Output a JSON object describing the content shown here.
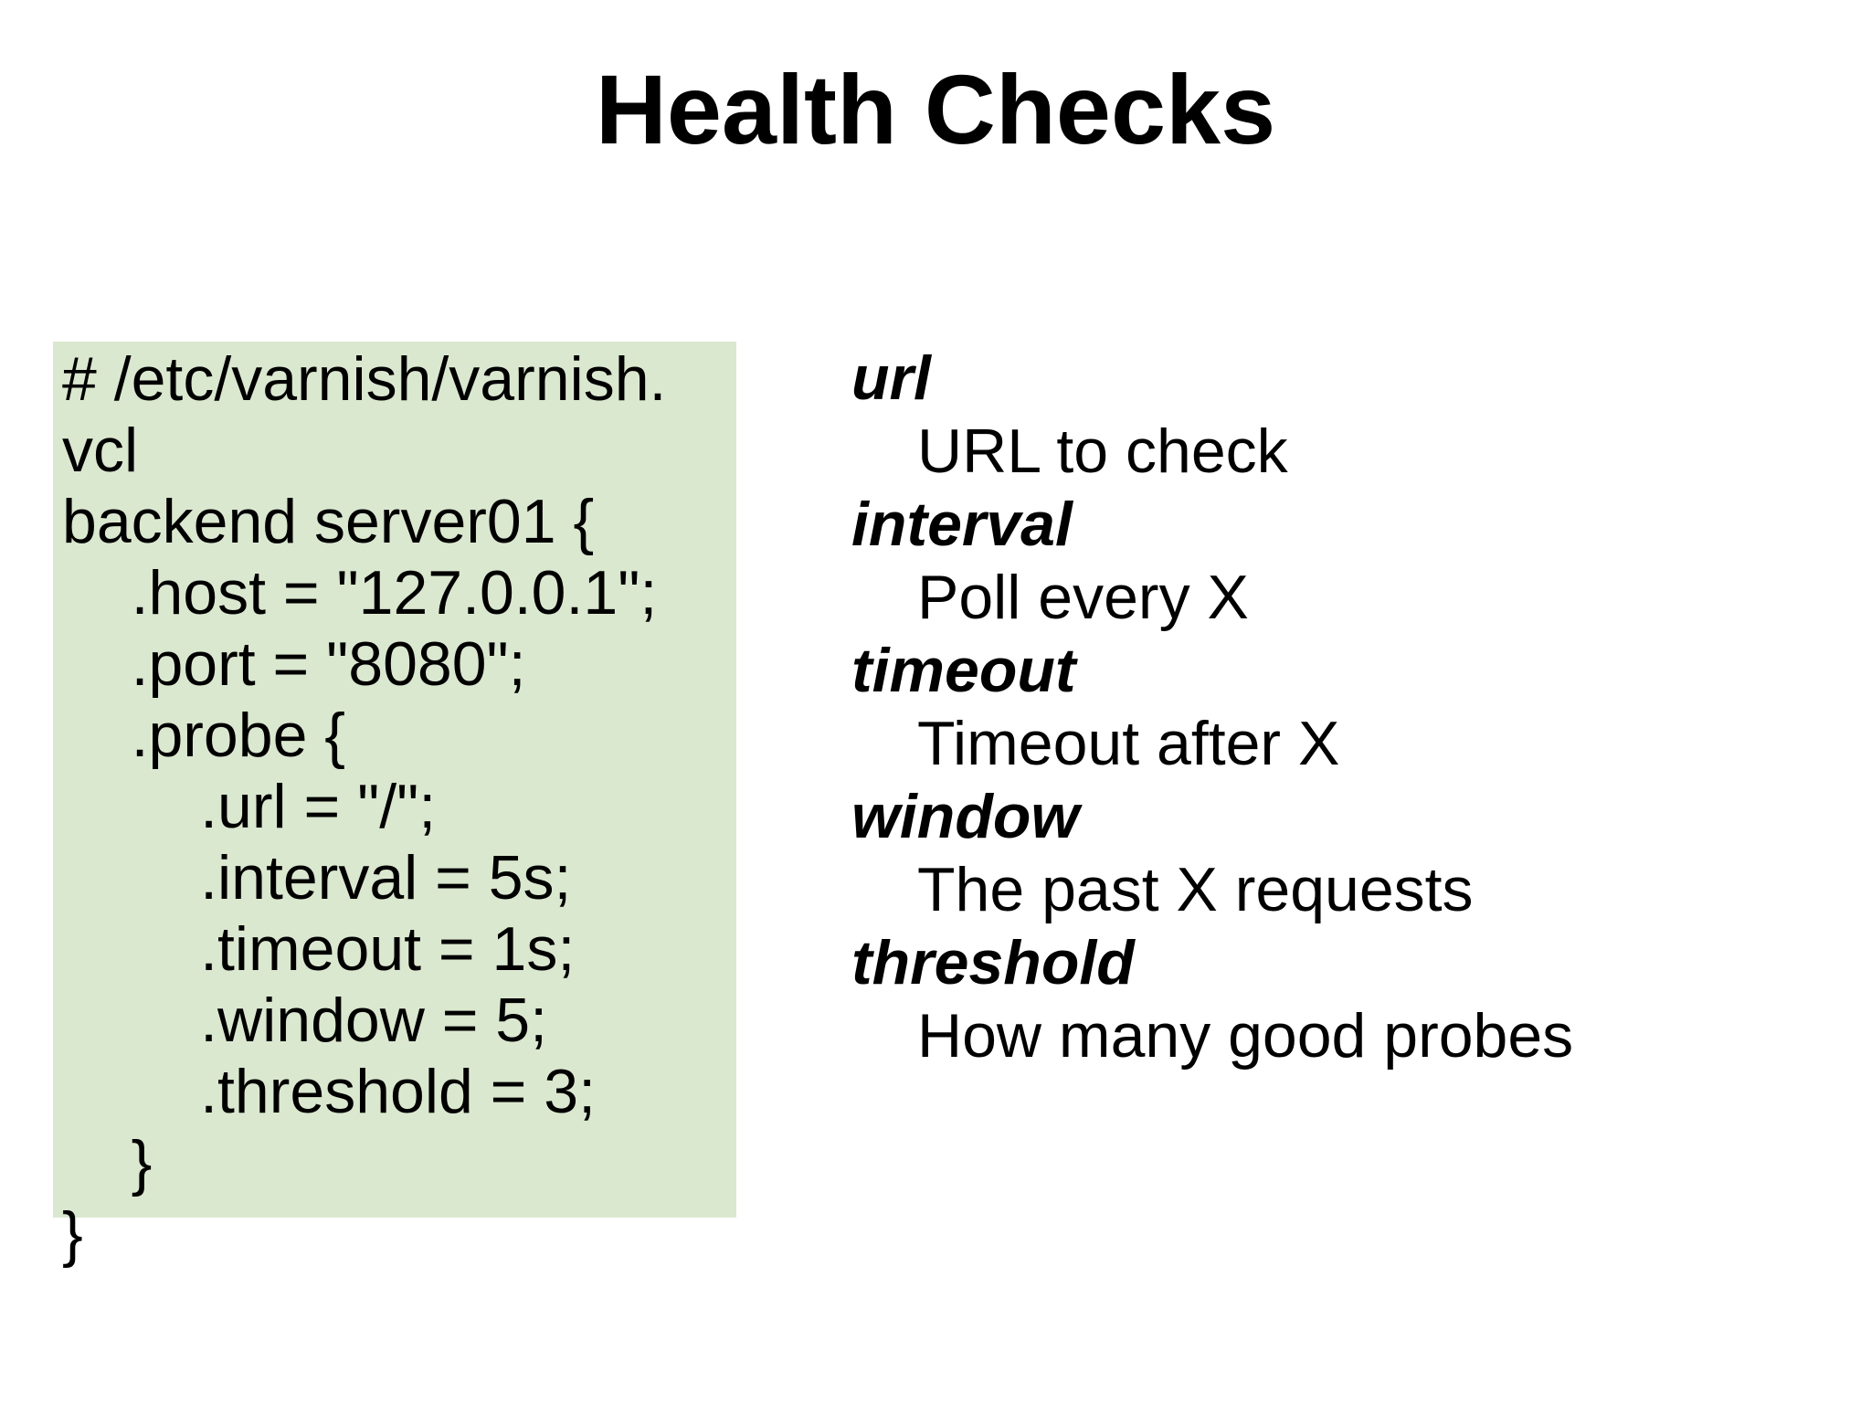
{
  "slide": {
    "title": "Health Checks"
  },
  "code": {
    "comment": "code listing shown over light-green highlight",
    "lines": [
      "# /etc/varnish/varnish.",
      "vcl",
      "backend server01 {",
      "    .host = \"127.0.0.1\";",
      "    .port = \"8080\";",
      "    .probe {",
      "        .url = \"/\";",
      "        .interval = 5s;",
      "        .timeout = 1s;",
      "        .window = 5;",
      "        .threshold = 3;",
      "    }",
      "}"
    ]
  },
  "glossary": [
    {
      "term": "url",
      "definition": "URL to check"
    },
    {
      "term": "interval",
      "definition": "Poll every X"
    },
    {
      "term": "timeout",
      "definition": "Timeout after X"
    },
    {
      "term": "window",
      "definition": "The past X requests"
    },
    {
      "term": "threshold",
      "definition": "How many good probes"
    }
  ],
  "colors": {
    "background": "#ffffff",
    "text": "#000000",
    "code_highlight": "#dbe8d0"
  }
}
